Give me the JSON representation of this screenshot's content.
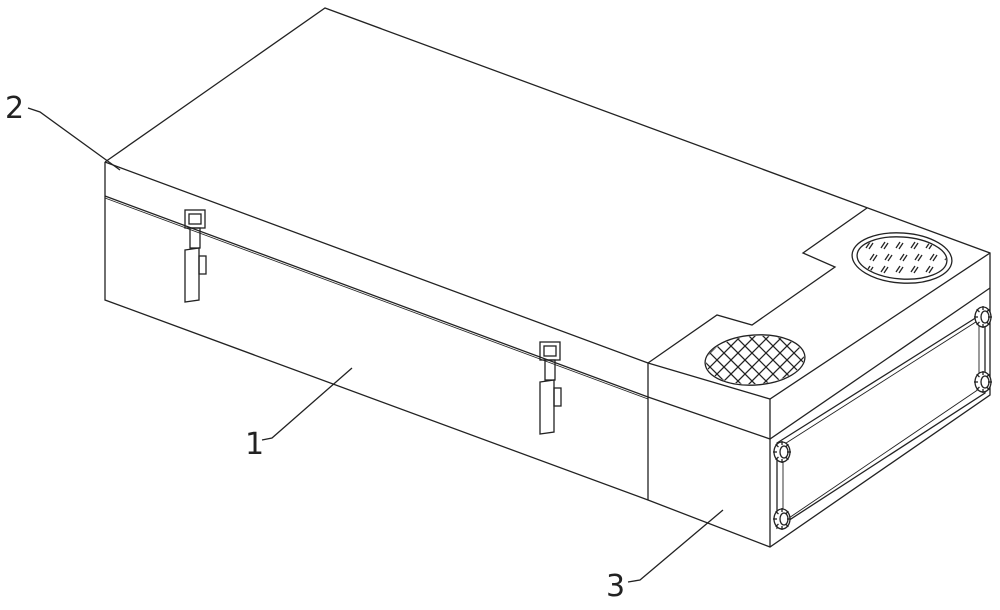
{
  "labels": {
    "case_body": "1",
    "lid": "2",
    "end_compartment": "3"
  }
}
